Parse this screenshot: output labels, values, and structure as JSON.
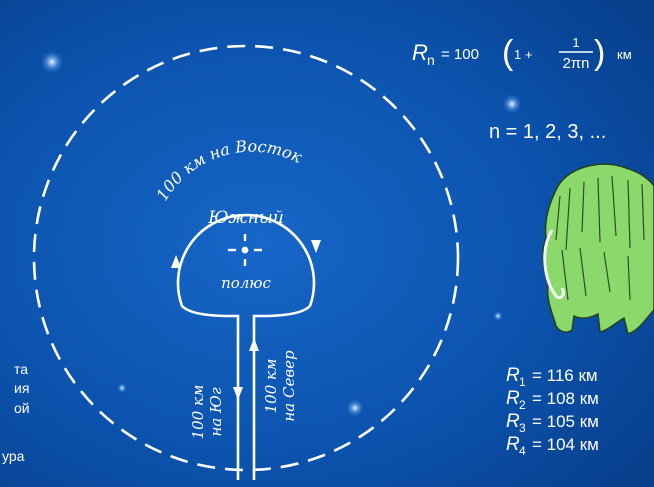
{
  "formula": {
    "lhs_symbol": "R",
    "lhs_sub": "n",
    "equals": "= 100",
    "one_plus": "1 +",
    "numerator": "1",
    "denominator": "2πn",
    "unit": "км"
  },
  "n_values": "n = 1, 2, 3, ...",
  "pole": {
    "top_label": "Южный",
    "bottom_label": "полюс"
  },
  "route": {
    "east": "100 км на Восток",
    "south_line1": "100 км",
    "south_line2": "на Юг",
    "north_line1": "100 км",
    "north_line2": "на Север"
  },
  "radii": [
    {
      "symbol": "R",
      "sub": "1",
      "value": "= 116 км"
    },
    {
      "symbol": "R",
      "sub": "2",
      "value": "= 108 км"
    },
    {
      "symbol": "R",
      "sub": "3",
      "value": "= 105 км"
    },
    {
      "symbol": "R",
      "sub": "4",
      "value": "= 104 км"
    }
  ],
  "left_edge_fragments": [
    "та",
    "ия",
    "ой",
    "ура"
  ],
  "colors": {
    "background": "#0a4fa8",
    "line": "#ffffff",
    "mammoth": "#8cd96b"
  },
  "decor": {
    "mammoth_icon": "mammoth-icon",
    "crosshair_icon": "crosshair-icon",
    "star_icon": "star-icon"
  }
}
